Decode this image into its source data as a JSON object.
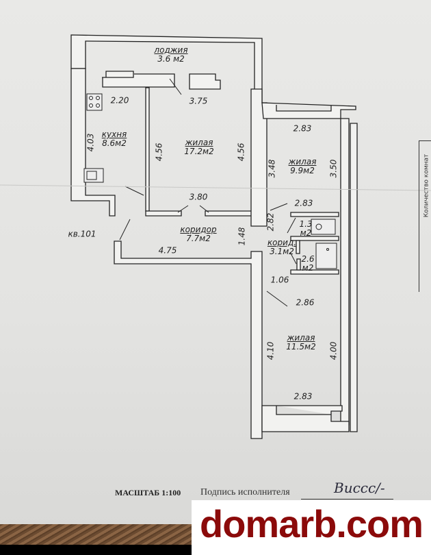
{
  "plan": {
    "rooms": [
      {
        "name": "лоджия",
        "area": "3.6 м2"
      },
      {
        "name": "кухня",
        "area": "8.6м2"
      },
      {
        "name": "жилая",
        "area": "17.2м2"
      },
      {
        "name": "жилая",
        "area": "9.9м2"
      },
      {
        "name": "коридор",
        "area": "7.7м2"
      },
      {
        "name": "корид.",
        "area": "3.1м2"
      },
      {
        "name": "жилая",
        "area": "11.5м2"
      }
    ],
    "bath_small": {
      "area": "1.3",
      "unit": "м2"
    },
    "bath_large": {
      "area": "2.6",
      "unit": "м2"
    },
    "apartment_label": "кв.101",
    "dims": {
      "kitchen_w": "2.20",
      "kitchen_h": "4.03",
      "living_top": "3.75",
      "living_left": "4.56",
      "living_right": "4.56",
      "living_bottom": "3.80",
      "room2_top": "2.83",
      "room2_left": "3.48",
      "room2_right": "3.50",
      "room2_bottom": "2.83",
      "corr_left": "2.82",
      "corr_len": "4.75",
      "corr_w": "1.48",
      "corr2_w": "1.06",
      "room3_top": "2.86",
      "room3_left": "4.10",
      "room3_right": "4.00",
      "room3_bottom": "2.83"
    }
  },
  "footer": {
    "scale": "МАСШТАБ 1:100",
    "signature_label": "Подпись исполнителя",
    "signature": "Виссс/-"
  },
  "side_table": {
    "header": "Количество комнат"
  },
  "watermark": "domarb.com"
}
